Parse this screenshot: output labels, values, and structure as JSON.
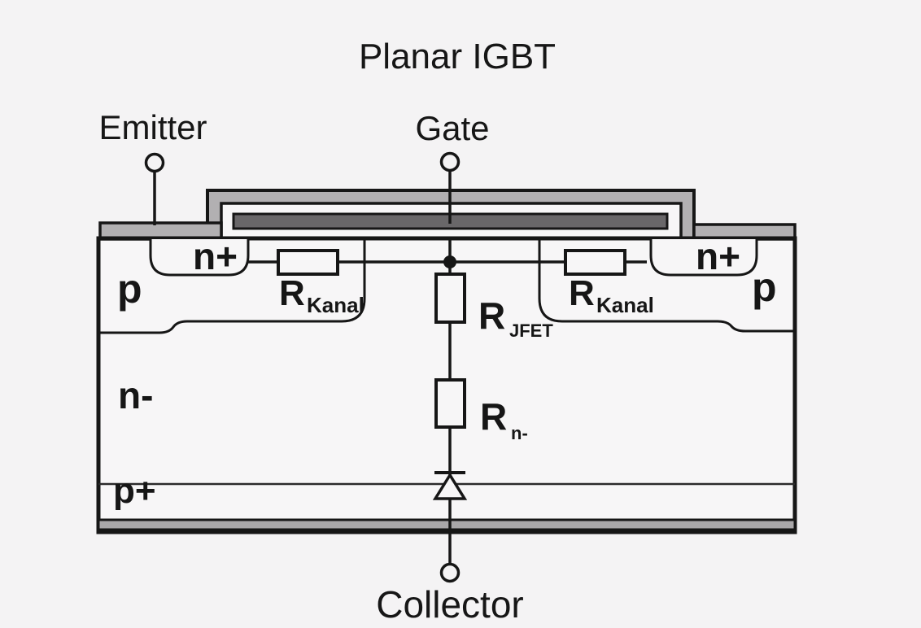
{
  "title": "Planar IGBT",
  "terminals": {
    "emitter": "Emitter",
    "gate": "Gate",
    "collector": "Collector"
  },
  "regions": {
    "n_plus_left": "n+",
    "n_plus_right": "n+",
    "p_left": "p",
    "p_right": "p",
    "n_drift": "n-",
    "p_plus": "p+"
  },
  "resistors": {
    "kanal_left": {
      "symbol": "R",
      "subscript": "Kanal"
    },
    "kanal_right": {
      "symbol": "R",
      "subscript": "Kanal"
    },
    "jfet": {
      "symbol": "R",
      "subscript": "JFET"
    },
    "n_drift": {
      "symbol": "R",
      "subscript": "n-"
    }
  },
  "colors": {
    "background": "#f4f3f4",
    "metal_gray": "#b2b0b2",
    "poly_gate_gray": "#696769",
    "collector_metal_gray": "#a9a7a9",
    "line_black": "#161616",
    "region_white": "#f7f6f7"
  }
}
